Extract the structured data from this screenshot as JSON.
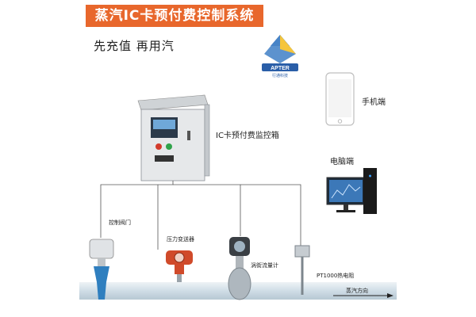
{
  "title": "蒸汽IC卡预付费控制系统",
  "slogan": "先充值  再用汽",
  "logo": {
    "brand": "APTER",
    "sub": "行通科技"
  },
  "cabinet_label": "IC卡预付费监控箱",
  "phone_label": "手机端",
  "pc_label": "电脑端",
  "devices": {
    "valve": "控制阀门",
    "pressure": "压力变送器",
    "flowmeter": "涡街流量计",
    "rtd": "PT1000热电阻"
  },
  "flow_direction": "蒸汽方向",
  "colors": {
    "banner": "#e8672c",
    "pipe": "#d7e3ea",
    "valve": "#2f7fbf",
    "transmitter": "#d04a2a"
  }
}
